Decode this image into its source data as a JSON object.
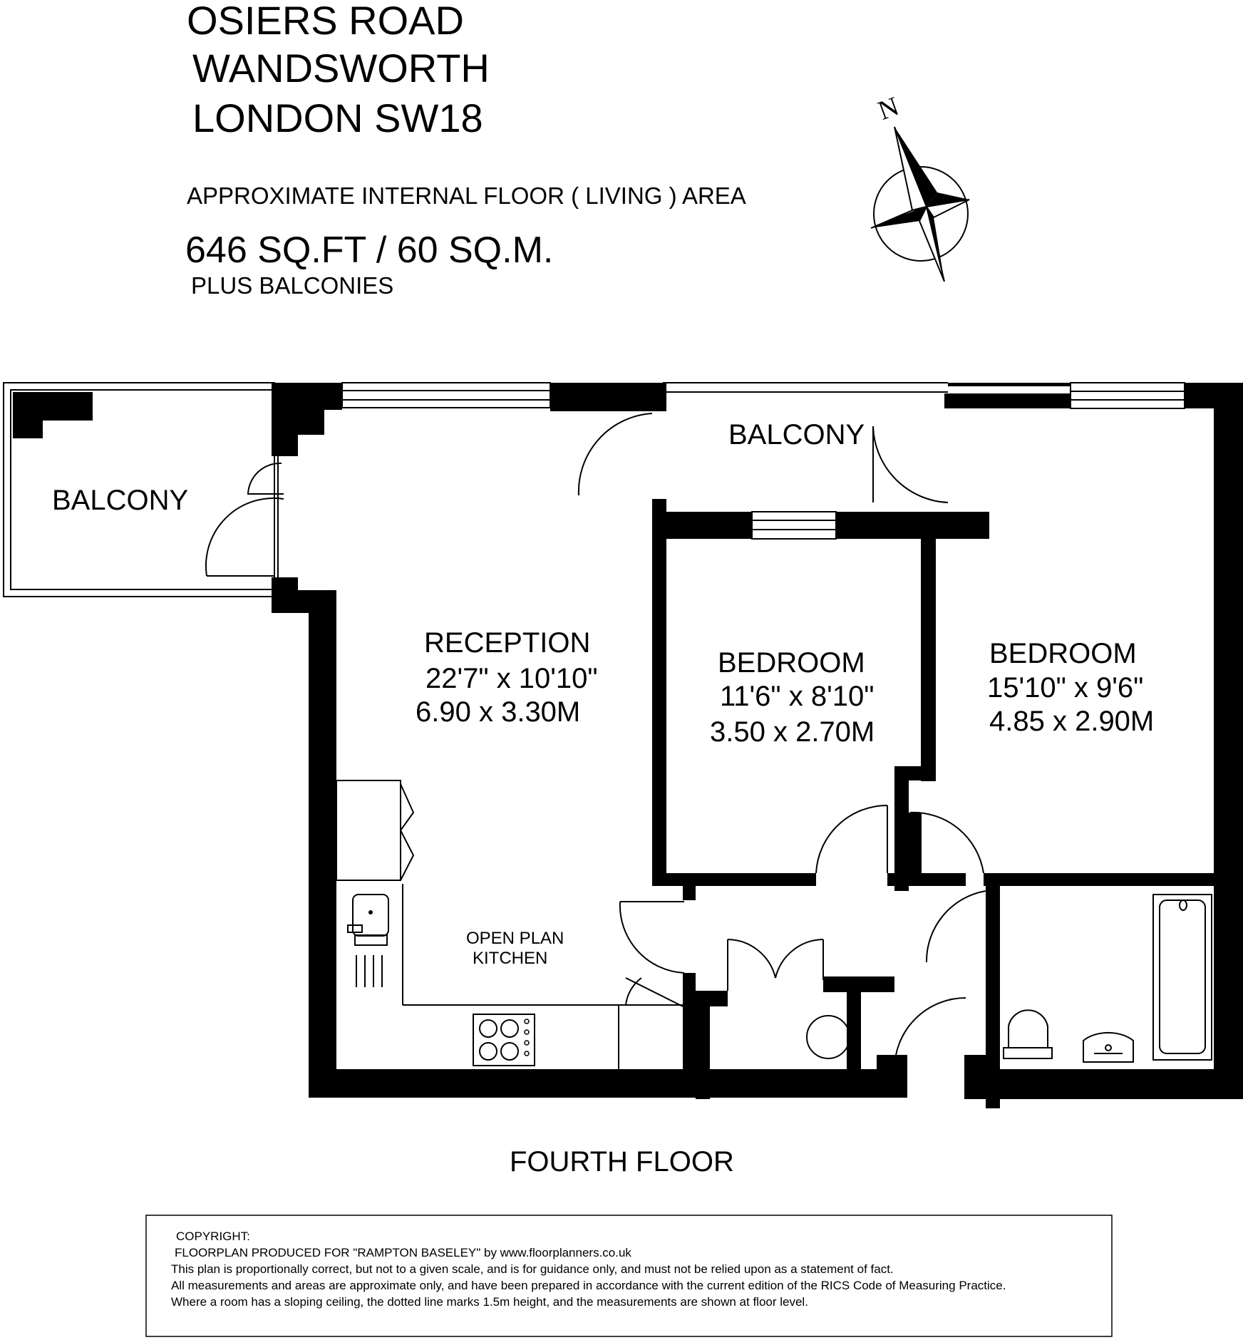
{
  "header": {
    "address_line1": "OSIERS ROAD",
    "address_line2": "WANDSWORTH",
    "address_line3": "LONDON SW18",
    "area_caption": "APPROXIMATE INTERNAL FLOOR ( LIVING ) AREA",
    "area_value": "646 SQ.FT / 60 SQ.M.",
    "area_note": "PLUS BALCONIES"
  },
  "compass": {
    "label": "N",
    "icon": "compass-rose-icon"
  },
  "rooms": {
    "balcony_west": {
      "name": "BALCONY"
    },
    "balcony_north": {
      "name": "BALCONY"
    },
    "reception": {
      "name": "RECEPTION",
      "imperial": "22'7\" x 10'10\"",
      "metric": "6.90 x 3.30M"
    },
    "bedroom1": {
      "name": "BEDROOM",
      "imperial": "11'6\" x 8'10\"",
      "metric": "3.50 x 2.70M"
    },
    "bedroom2": {
      "name": "BEDROOM",
      "imperial": "15'10\" x 9'6\"",
      "metric": "4.85 x 2.90M"
    },
    "kitchen": {
      "line1": "OPEN PLAN",
      "line2": "KITCHEN"
    }
  },
  "floor_label": "FOURTH FLOOR",
  "copyright": {
    "title": "COPYRIGHT:",
    "line1": "FLOORPLAN PRODUCED FOR \"RAMPTON BASELEY\" by www.floorplanners.co.uk",
    "line2": "This plan is proportionally correct, but not to a given scale, and is for guidance only, and must not be relied upon as a statement of fact.",
    "line3": "All measurements and areas are approximate only, and have been prepared in accordance with the current edition of the RICS Code of Measuring Practice.",
    "line4": "Where a room has a sloping ceiling, the dotted line marks 1.5m height, and the measurements are shown at floor level."
  }
}
